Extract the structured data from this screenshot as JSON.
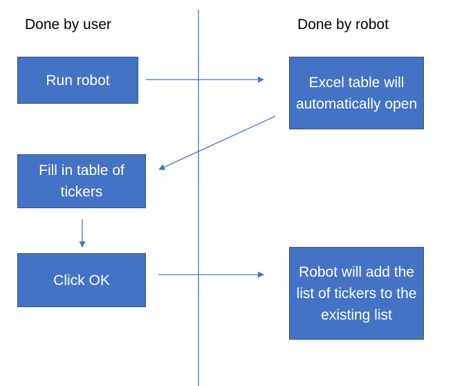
{
  "columns": {
    "user_heading": "Done by user",
    "robot_heading": "Done by robot"
  },
  "steps": {
    "run_robot": "Run robot",
    "excel_open": "Excel table will automatically open",
    "fill_table": "Fill in table of tickers",
    "click_ok": "Click OK",
    "add_list": "Robot will add the list of tickers to the existing list"
  },
  "colors": {
    "box_fill": "#4472c4",
    "box_border": "#2f528f",
    "connector": "#4472c4"
  }
}
